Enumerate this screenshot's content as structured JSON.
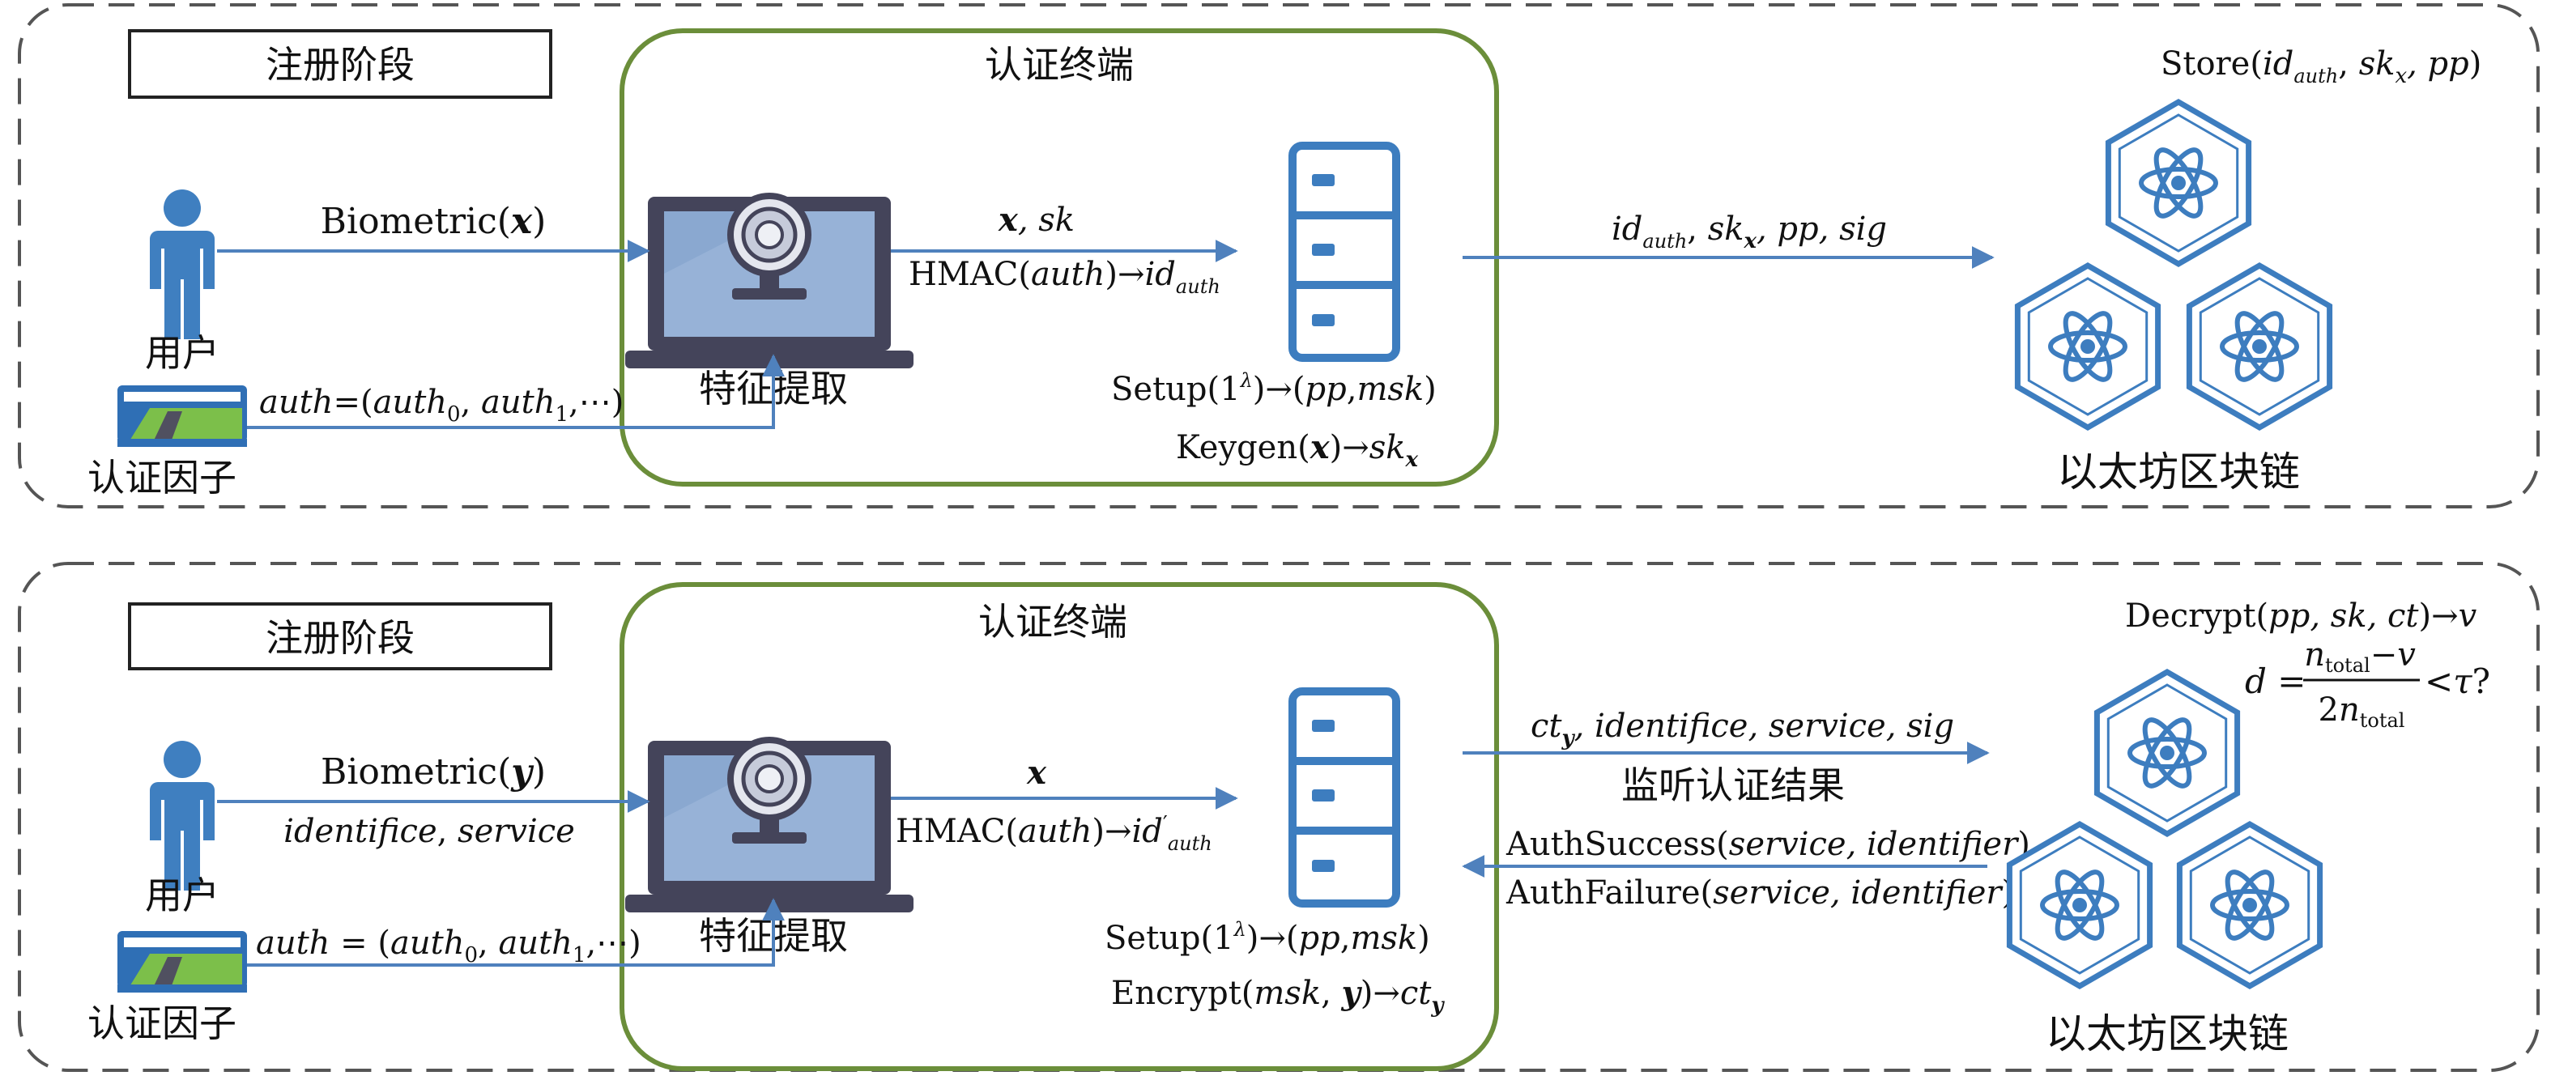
{
  "panels": [
    {
      "stage_label": "注册阶段",
      "terminal_title": "认证终端",
      "user_label": "用户",
      "factor_label": "认证因子",
      "extract_label": "特征提取",
      "chain_label": "以太坊区块链",
      "bio_fn": "Biometric(",
      "bio_var": "x",
      "bio_close": ")",
      "factor_auth": "auth",
      "factor_eq": "=(",
      "factor_auth0": "auth",
      "factor_sub0": "0",
      "factor_comma": ", ",
      "factor_auth1": "auth",
      "factor_sub1": "1",
      "factor_tail": ",⋯)",
      "top_x": "x",
      "top_sk": ", sk",
      "hmac_fn": "HMAC(",
      "hmac_arg": "auth",
      "hmac_arrow": ")→",
      "hmac_id": "id",
      "hmac_sub": "auth",
      "setup_pre": "Setup(1",
      "setup_sup": "λ",
      "setup_mid": ")→(",
      "setup_pp": "pp",
      "setup_comma": ",",
      "setup_msk": "msk",
      "setup_close": ")",
      "keygen_fn": "Keygen(",
      "keygen_x": "x",
      "keygen_arrow": ")→",
      "keygen_sk": "sk",
      "keygen_sub": "x",
      "tx_id": "id",
      "tx_id_sub": "auth",
      "tx_sep1": ", ",
      "tx_sk": "sk",
      "tx_sk_sub": "x",
      "tx_rest": ", pp, sig",
      "store_fn": "Store(",
      "store_id": "id",
      "store_id_sub": "auth",
      "store_sep": ", ",
      "store_sk": "sk",
      "store_sk_sub": "x",
      "store_pp": ", pp",
      "store_close": ")"
    },
    {
      "stage_label": "注册阶段",
      "terminal_title": "认证终端",
      "user_label": "用户",
      "factor_label": "认证因子",
      "extract_label": "特征提取",
      "chain_label": "以太坊区块链",
      "bio_fn": "Biometric(",
      "bio_var": "y",
      "bio_close": ")",
      "bio_sub_a": "identifice",
      "bio_sub_sep": ", ",
      "bio_sub_b": "service",
      "factor_auth": "auth",
      "factor_eq": " = (",
      "factor_auth0": "auth",
      "factor_sub0": "0",
      "factor_comma": ", ",
      "factor_auth1": "auth",
      "factor_sub1": "1",
      "factor_tail": ",⋯)",
      "top_x": "x",
      "hmac_fn": "HMAC(",
      "hmac_arg": "auth",
      "hmac_arrow": ")→",
      "hmac_id": "id",
      "hmac_prime": "′",
      "hmac_sub": "auth",
      "setup_pre": "Setup(1",
      "setup_sup": "λ",
      "setup_mid": ")→(",
      "setup_pp": "pp",
      "setup_comma": ",",
      "setup_msk": "msk",
      "setup_close": ")",
      "enc_fn": "Encrypt(",
      "enc_msk": "msk",
      "enc_sep": ", ",
      "enc_y": "y",
      "enc_arrow": ")→",
      "enc_ct": "ct",
      "enc_sub": "y",
      "tx_ct": "ct",
      "tx_ct_sub": "y",
      "tx_rest": ", identifice, service, sig",
      "listen_label": "监听认证结果",
      "success_fn": "AuthSuccess(",
      "success_args": "service, identifier",
      "success_close": ")",
      "failure_fn": "AuthFailure(",
      "failure_args": "service, identifier",
      "failure_close": ")",
      "decrypt_fn": "Decrypt(",
      "decrypt_args": "pp, sk, ct",
      "decrypt_arrow": ")→",
      "decrypt_v": "v",
      "d_var": "d",
      "d_eq": " = ",
      "frac_num_n": "n",
      "frac_num_sub": "total",
      "frac_num_tail": "−v",
      "frac_den_pre": "2",
      "frac_den_n": "n",
      "frac_den_sub": "total",
      "d_cmp": "<",
      "d_tau": "τ",
      "d_q": "?"
    }
  ],
  "colors": {
    "border_dash": "#555555",
    "terminal_green": "#6b8e3a",
    "arrow_blue": "#4f81bd",
    "icon_blue": "#3d7dbf",
    "person_blue": "#3f7fc0",
    "laptop_frame": "#44445a",
    "laptop_screen": "#8aa8d0",
    "card_green": "#7cbf4a"
  }
}
